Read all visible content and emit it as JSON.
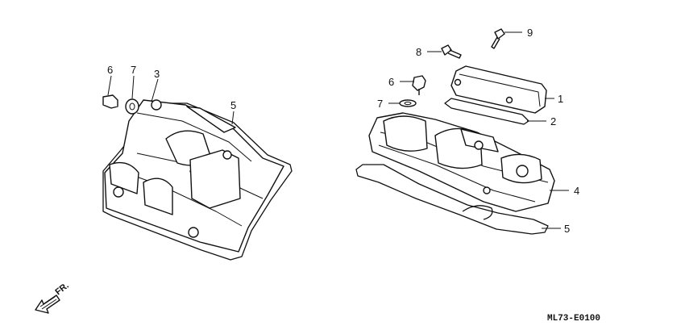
{
  "callouts": {
    "left": {
      "c6": "6",
      "c7": "7",
      "c3": "3",
      "c5": "5"
    },
    "right": {
      "c9": "9",
      "c8": "8",
      "c6": "6",
      "c7": "7",
      "c1": "1",
      "c2": "2",
      "c4": "4",
      "c5": "5"
    }
  },
  "front_marker": {
    "label": "FR."
  },
  "diagram_code": "ML73-E0100"
}
